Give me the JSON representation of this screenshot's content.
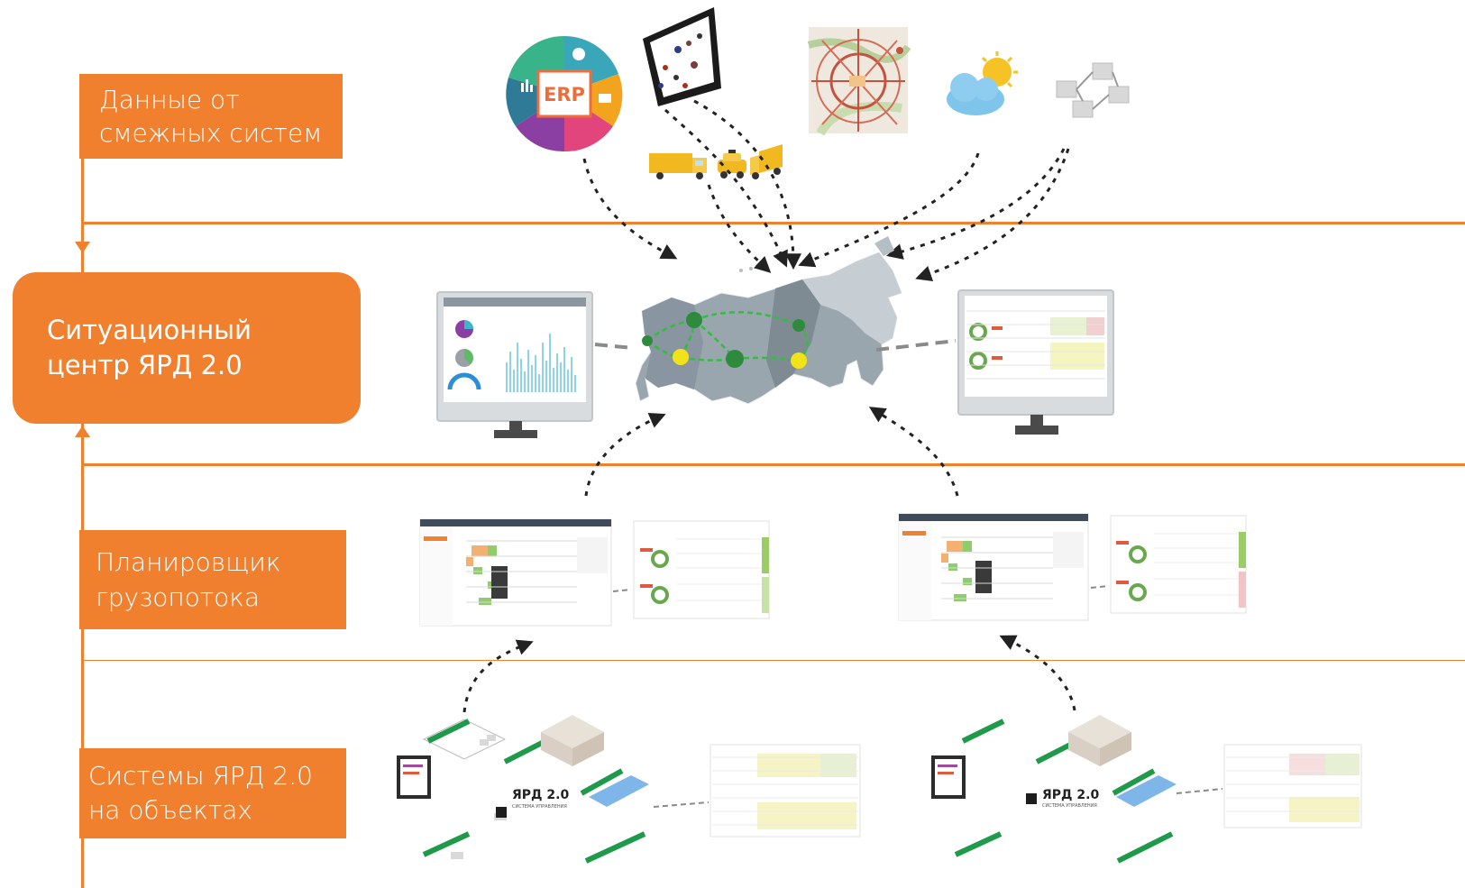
{
  "levels": {
    "adjacent_systems": {
      "line1": "Данные от",
      "line2": "смежных систем"
    },
    "situation_center": {
      "line1": "Ситуационный",
      "line2": "центр ЯРД 2.0"
    },
    "flow_planner": {
      "line1": "Планировщик",
      "line2": "грузопотока"
    },
    "site_systems": {
      "line1": "Системы ЯРД 2.0",
      "line2": "на объектах"
    }
  },
  "sources": {
    "erp_label": "ERP"
  },
  "site_logo": {
    "name": "ЯРД 2.0",
    "sub": "СИСТЕМА УПРАВЛЕНИЯ"
  },
  "colors": {
    "accent": "#f07f2e",
    "map_route": "#2fbf3a",
    "map_node_green": "#2e8b3e",
    "map_node_yellow": "#f2e21a"
  },
  "icons": [
    "erp-wheel-icon",
    "tablet-map-icon",
    "traffic-map-icon",
    "weather-icon",
    "network-blocks-icon",
    "dump-truck-icon",
    "taxi-icon",
    "box-truck-icon",
    "monitor-icon",
    "warehouse-scheme-icon"
  ]
}
